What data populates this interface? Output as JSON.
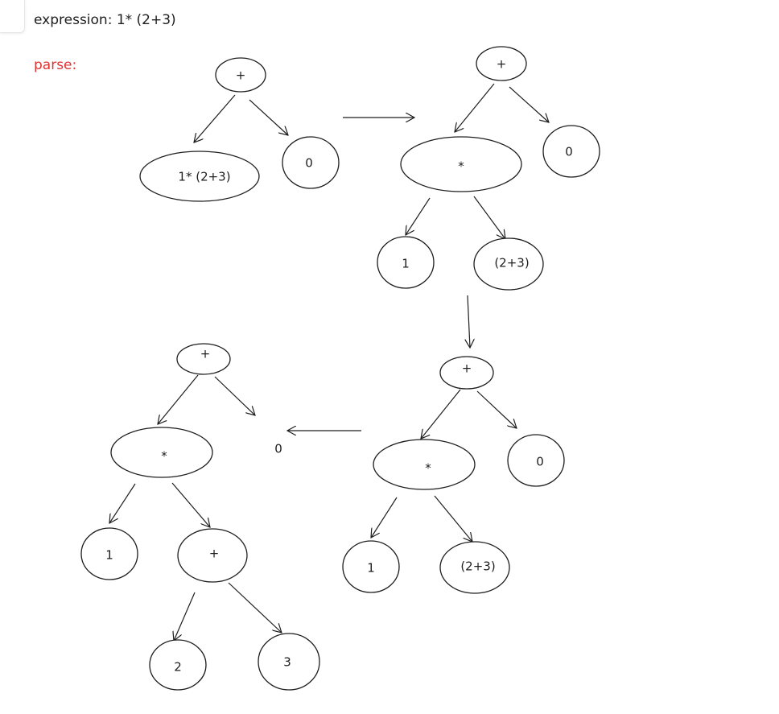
{
  "header": {
    "expression_label": "expression: 1* (2+3)",
    "parse_label": "parse:"
  },
  "colors": {
    "ink": "#1e1e1e",
    "parse_label": "#e03131",
    "background": "#ffffff"
  },
  "stages": [
    {
      "root": "+",
      "left": "1* (2+3)",
      "right": "0"
    },
    {
      "root": "+",
      "mul": "*",
      "right": "0",
      "mul_left": "1",
      "mul_right": "(2+3)"
    },
    {
      "root": "+",
      "mul": "*",
      "right": "0",
      "mul_left": "1",
      "mul_right": "(2+3)"
    },
    {
      "root": "+",
      "mul": "*",
      "right": "0",
      "mul_left": "1",
      "inner_plus": "+",
      "inner_left": "2",
      "inner_right": "3"
    }
  ]
}
